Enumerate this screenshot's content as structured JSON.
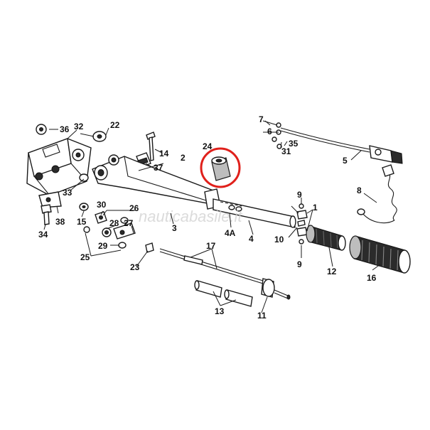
{
  "watermark": "nauticabasile.it",
  "highlight_color": "#e0201b",
  "callouts": {
    "c1": "1",
    "c2": "2",
    "c3": "3",
    "c4": "4",
    "c4a": "4A",
    "c5": "5",
    "c6": "6",
    "c7": "7",
    "c8": "8",
    "c9a": "9",
    "c9b": "9",
    "c10": "10",
    "c11": "11",
    "c12": "12",
    "c13": "13",
    "c14": "14",
    "c15": "15",
    "c16": "16",
    "c17": "17",
    "c22": "22",
    "c23": "23",
    "c24": "24",
    "c25": "25",
    "c26": "26",
    "c27": "27",
    "c28": "28",
    "c29": "29",
    "c30": "30",
    "c31": "31",
    "c32": "32",
    "c33": "33",
    "c34": "34",
    "c35": "35",
    "c36": "36",
    "c37": "37",
    "c38": "38"
  }
}
